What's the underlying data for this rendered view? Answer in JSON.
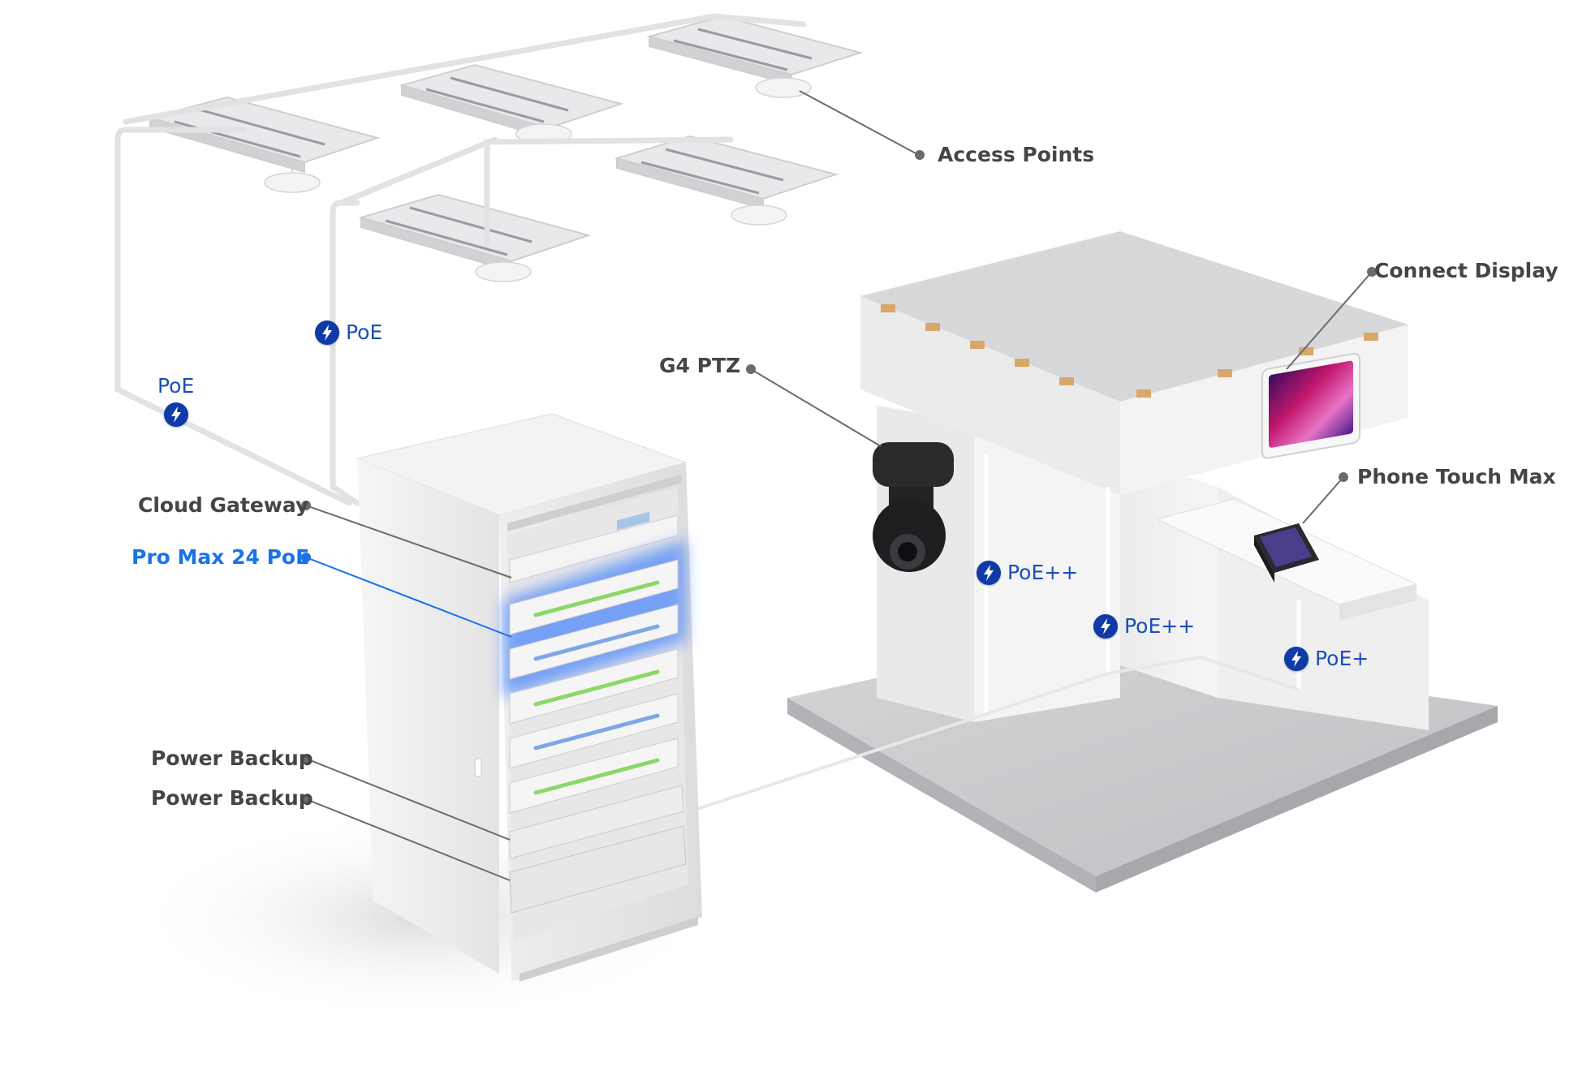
{
  "labels": {
    "access_points": "Access Points",
    "connect_display": "Connect Display",
    "g4_ptz": "G4 PTZ",
    "phone_touch_max": "Phone Touch Max",
    "cloud_gateway": "Cloud Gateway",
    "pro_max_24_poe": "Pro Max 24 PoE",
    "power_backup_1": "Power Backup",
    "power_backup_2": "Power Backup"
  },
  "poe_tags": {
    "poe_left": "PoE",
    "poe_inner": "PoE",
    "poe_camera": "PoE++",
    "poe_display": "PoE++",
    "poe_phone": "PoE+"
  },
  "colors": {
    "label": "#454545",
    "highlight": "#1a73e8",
    "poe_badge": "#0f3aa8",
    "poe_text": "#1c4fb5"
  }
}
